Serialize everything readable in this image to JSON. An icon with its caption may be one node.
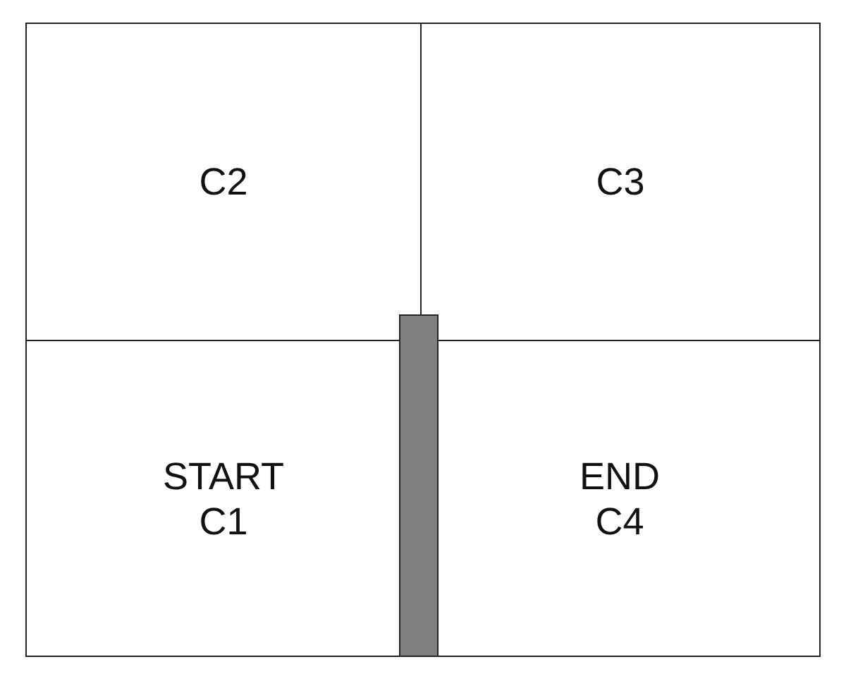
{
  "diagram": {
    "nodes": [
      {
        "text": [
          "C2"
        ]
      },
      {
        "text": [
          "C3"
        ]
      },
      {
        "text": [
          "START",
          "C1"
        ]
      },
      {
        "text": [
          "END",
          "C4"
        ]
      },
      {
        "text": [],
        "shape": "bar"
      }
    ]
  }
}
